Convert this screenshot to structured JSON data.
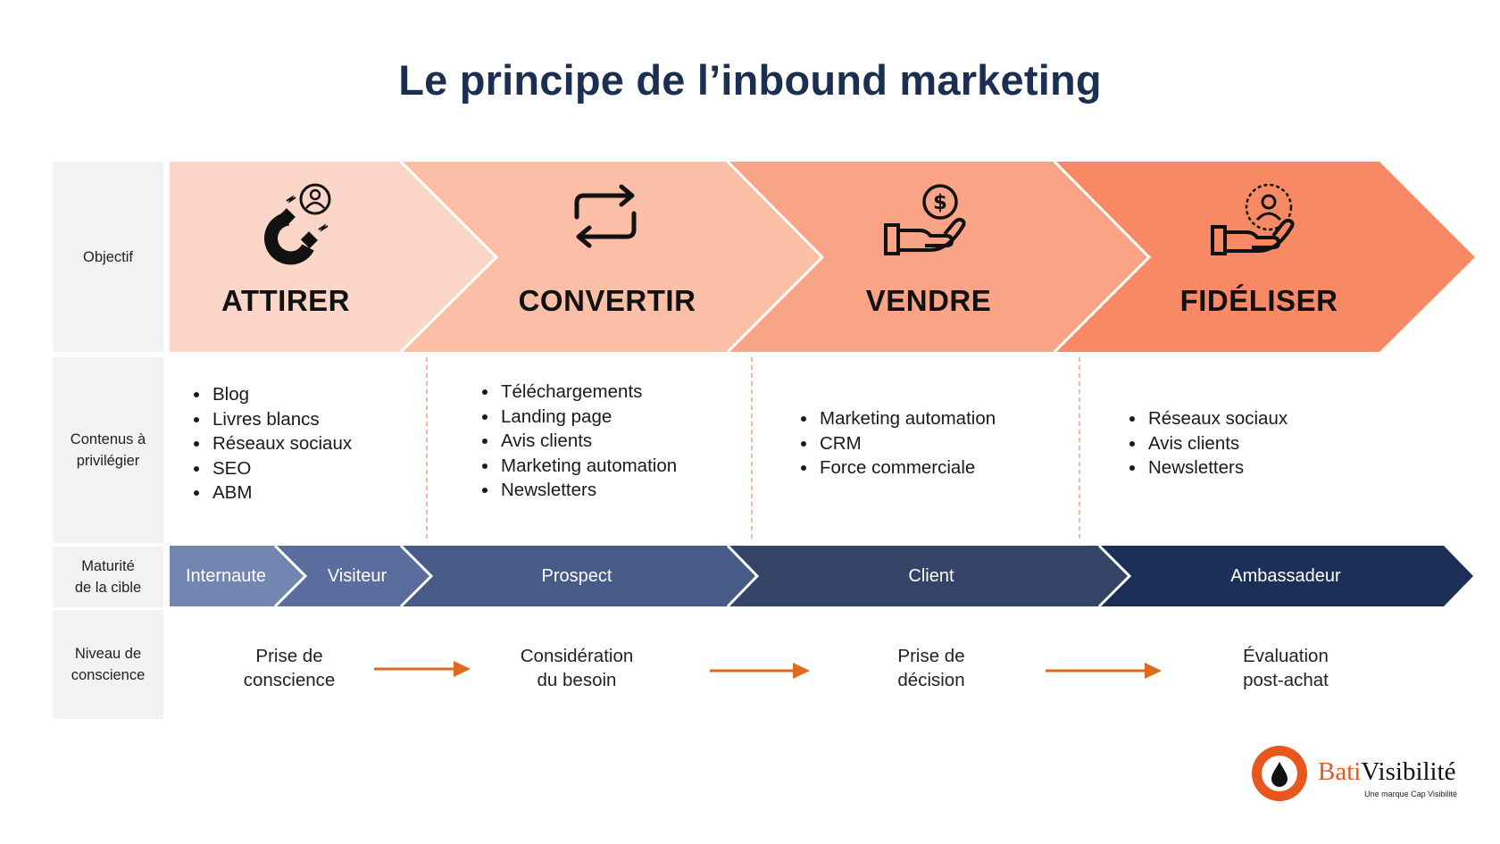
{
  "title": "Le principe de l’inbound marketing",
  "rows": {
    "objective": "Objectif",
    "contents": "Contenus à\nprivilégier",
    "maturity": "Maturité\nde la cible",
    "awareness": "Niveau de\nconscience"
  },
  "steps": [
    {
      "label": "ATTIRER",
      "icon": "magnet-icon",
      "color": "#fcd6c8",
      "contents": [
        "Blog",
        "Livres blancs",
        "Réseaux sociaux",
        "SEO",
        "ABM"
      ]
    },
    {
      "label": "CONVERTIR",
      "icon": "refresh-icon",
      "color": "#fbbfa8",
      "contents": [
        "Téléchargements",
        "Landing page",
        "Avis clients",
        "Marketing automation",
        "Newsletters"
      ]
    },
    {
      "label": "VENDRE",
      "icon": "hand-dollar-icon",
      "color": "#f9a486",
      "contents": [
        "Marketing automation",
        "CRM",
        "Force commerciale"
      ]
    },
    {
      "label": "FIDÉLISER",
      "icon": "hand-person-icon",
      "color": "#f78a64",
      "contents": [
        "Réseaux sociaux",
        "Avis clients",
        "Newsletters"
      ]
    }
  ],
  "maturity": [
    {
      "label": "Internaute",
      "color": "#7286b1"
    },
    {
      "label": "Visiteur",
      "color": "#5a6d9e"
    },
    {
      "label": "Prospect",
      "color": "#475b88"
    },
    {
      "label": "Client",
      "color": "#344467"
    },
    {
      "label": "Ambassadeur",
      "color": "#1c2f59"
    }
  ],
  "awareness": [
    "Prise de\nconscience",
    "Considération\ndu besoin",
    "Prise de\ndécision",
    "Évaluation\npost-achat"
  ],
  "arrow_color": "#e0691d",
  "logo": {
    "name_part1": "Bati",
    "name_part2": "Visibilité",
    "tagline": "Une marque Cap Visibilité",
    "accent": "#e8571e"
  }
}
